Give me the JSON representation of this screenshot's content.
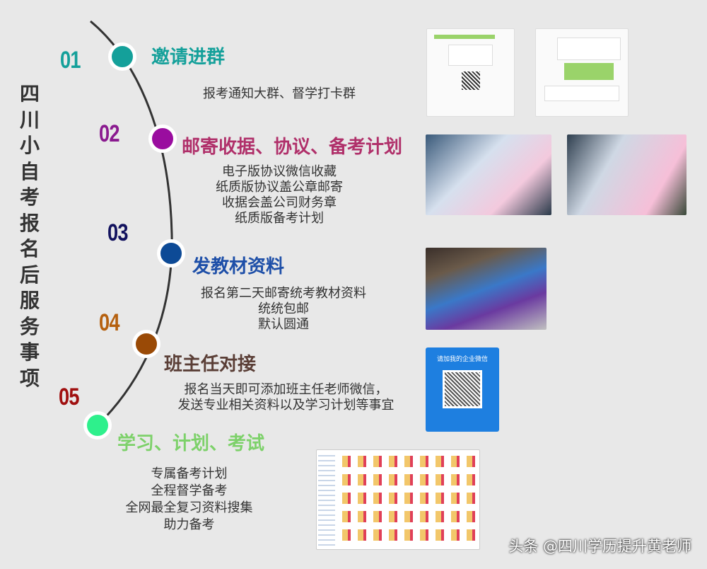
{
  "title": "四川小自考报名后服务事项",
  "steps": [
    {
      "num": "01",
      "heading": "邀请进群",
      "color": "#14a09a",
      "num_color": "#14a09a",
      "dot_color": "#14a09a",
      "lines": [
        "报考通知大群、督学打卡群"
      ]
    },
    {
      "num": "02",
      "heading": "邮寄收据、协议、备考计划",
      "color": "#b0306a",
      "num_color": "#8a1a8f",
      "dot_color": "#9a0d9f",
      "lines": [
        "电子版协议微信收藏",
        "纸质版协议盖公章邮寄",
        "收据会盖公司财务章",
        "纸质版备考计划"
      ]
    },
    {
      "num": "03",
      "heading": "发教材资料",
      "color": "#1e4fa8",
      "num_color": "#12125e",
      "dot_color": "#0d4a96",
      "lines": [
        "报名第二天邮寄统考教材资料",
        "统统包邮",
        "默认圆通"
      ]
    },
    {
      "num": "04",
      "heading": "班主任对接",
      "color": "#5a3e36",
      "num_color": "#b5600e",
      "dot_color": "#9a4a06",
      "lines": [
        "报名当天即可添加班主任老师微信，",
        "发送专业相关资料以及学习计划等事宜"
      ]
    },
    {
      "num": "05",
      "heading": "学习、计划、考试",
      "color": "#7dd16a",
      "num_color": "#a01010",
      "dot_color": "#2ef08c",
      "lines": [
        "专属备考计划",
        "全程督学备考",
        "全网最全复习资料搜集",
        "助力备考"
      ]
    }
  ],
  "qr_card": {
    "caption": "请加我的企业微信"
  },
  "watermark": "头条 @四川学历提升黄老师"
}
